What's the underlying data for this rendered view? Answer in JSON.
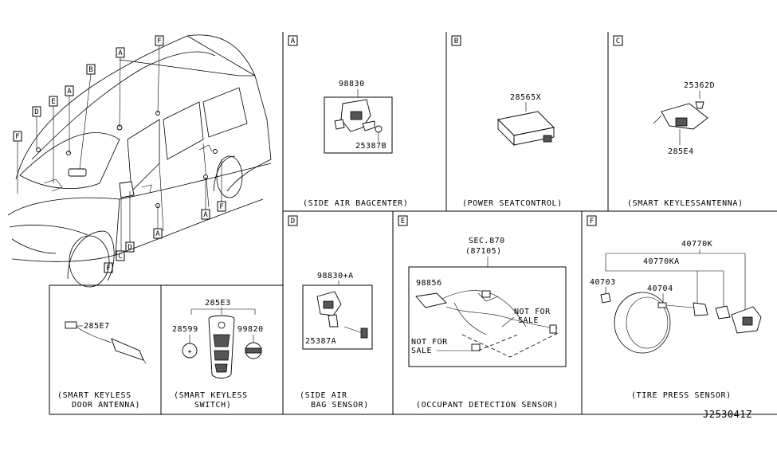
{
  "panels": {
    "A": {
      "tag": "A",
      "caption": "(SIDE AIR BAGCENTER)",
      "parts": [
        "98830",
        "25387B"
      ]
    },
    "B": {
      "tag": "B",
      "caption": "(POWER SEATCONTROL)",
      "parts": [
        "28565X"
      ]
    },
    "C": {
      "tag": "C",
      "caption": "(SMART KEYLESSANTENNA)",
      "parts": [
        "25362D",
        "285E4"
      ]
    },
    "D": {
      "tag": "D",
      "caption_lines": [
        "(SIDE AIR",
        "BAG SENSOR)"
      ],
      "parts": [
        "98830+A",
        "25387A"
      ]
    },
    "E": {
      "tag": "E",
      "caption": "(OCCUPANT DETECTION SENSOR)",
      "sec": [
        "SEC.870",
        "(87105)"
      ],
      "parts": [
        "98856"
      ],
      "notes": [
        [
          "NOT FOR",
          "SALE"
        ],
        [
          "NOT FOR",
          "SALE"
        ]
      ]
    },
    "F": {
      "tag": "F",
      "caption": "(TIRE PRESS SENSOR)",
      "parts": [
        "40770K",
        "40770KA",
        "40703",
        "40704"
      ]
    },
    "door_antenna": {
      "caption_lines": [
        "(SMART KEYLESS",
        "DOOR ANTENNA)"
      ],
      "parts": [
        "285E7"
      ]
    },
    "switch": {
      "caption_lines": [
        "(SMART KEYLESS",
        "SWITCH)"
      ],
      "parts": [
        "285E3",
        "28599",
        "99820"
      ]
    }
  },
  "vehicle_callouts": [
    "F",
    "D",
    "E",
    "A",
    "B",
    "A",
    "F",
    "C",
    "D",
    "A",
    "A",
    "F",
    "F"
  ],
  "diagram_id": "J253041Z"
}
